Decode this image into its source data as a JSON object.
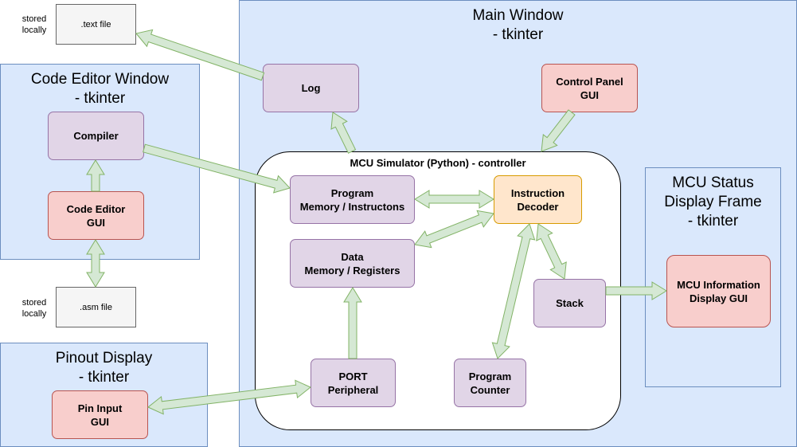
{
  "colors": {
    "region_fill": "#dae8fc",
    "region_border": "#6c8ebf",
    "module_fill": "#e1d5e7",
    "module_border": "#9673a6",
    "gui_fill": "#f8cecc",
    "gui_border": "#b85450",
    "decoder_fill": "#ffe6cc",
    "decoder_border": "#d79b00",
    "arrow_fill": "#d5e8d4",
    "arrow_border": "#82b366"
  },
  "regions": {
    "main_window": "Main Window\n- tkinter",
    "code_editor_window": "Code Editor Window\n- tkinter",
    "pinout_display": "Pinout Display\n- tkinter",
    "mcu_status_frame": "MCU Status\nDisplay Frame\n- tkinter"
  },
  "controller": {
    "title": "MCU Simulator (Python) - controller"
  },
  "files": {
    "text_file": ".text file",
    "asm_file": ".asm file",
    "stored_label_top": "stored\nlocally",
    "stored_label_bottom": "stored\nlocally"
  },
  "blocks": {
    "log": "Log",
    "control_panel": "Control Panel\nGUI",
    "compiler": "Compiler",
    "code_editor_gui": "Code Editor\nGUI",
    "program_memory": "Program\nMemory / Instructons",
    "instruction_decoder": "Instruction\nDecoder",
    "data_memory": "Data\nMemory / Registers",
    "stack": "Stack",
    "port_peripheral": "PORT\nPeripheral",
    "program_counter": "Program\nCounter",
    "mcu_info_gui": "MCU Information\nDisplay GUI",
    "pin_input_gui": "Pin Input\nGUI"
  },
  "connectors": [
    {
      "from": "log",
      "to": "text_file",
      "direction": "single"
    },
    {
      "from": "controller",
      "to": "log",
      "direction": "single"
    },
    {
      "from": "control_panel",
      "to": "controller",
      "direction": "single"
    },
    {
      "from": "compiler",
      "to": "program_memory",
      "direction": "single"
    },
    {
      "from": "code_editor_gui",
      "to": "compiler",
      "direction": "single"
    },
    {
      "from": "code_editor_gui",
      "to": "asm_file",
      "direction": "double"
    },
    {
      "from": "program_memory",
      "to": "instruction_decoder",
      "direction": "double"
    },
    {
      "from": "data_memory",
      "to": "instruction_decoder",
      "direction": "double"
    },
    {
      "from": "instruction_decoder",
      "to": "stack",
      "direction": "double"
    },
    {
      "from": "instruction_decoder",
      "to": "program_counter",
      "direction": "double"
    },
    {
      "from": "port_peripheral",
      "to": "data_memory",
      "direction": "single"
    },
    {
      "from": "pin_input_gui",
      "to": "port_peripheral",
      "direction": "double"
    },
    {
      "from": "stack",
      "to": "mcu_info_gui",
      "direction": "single"
    }
  ]
}
